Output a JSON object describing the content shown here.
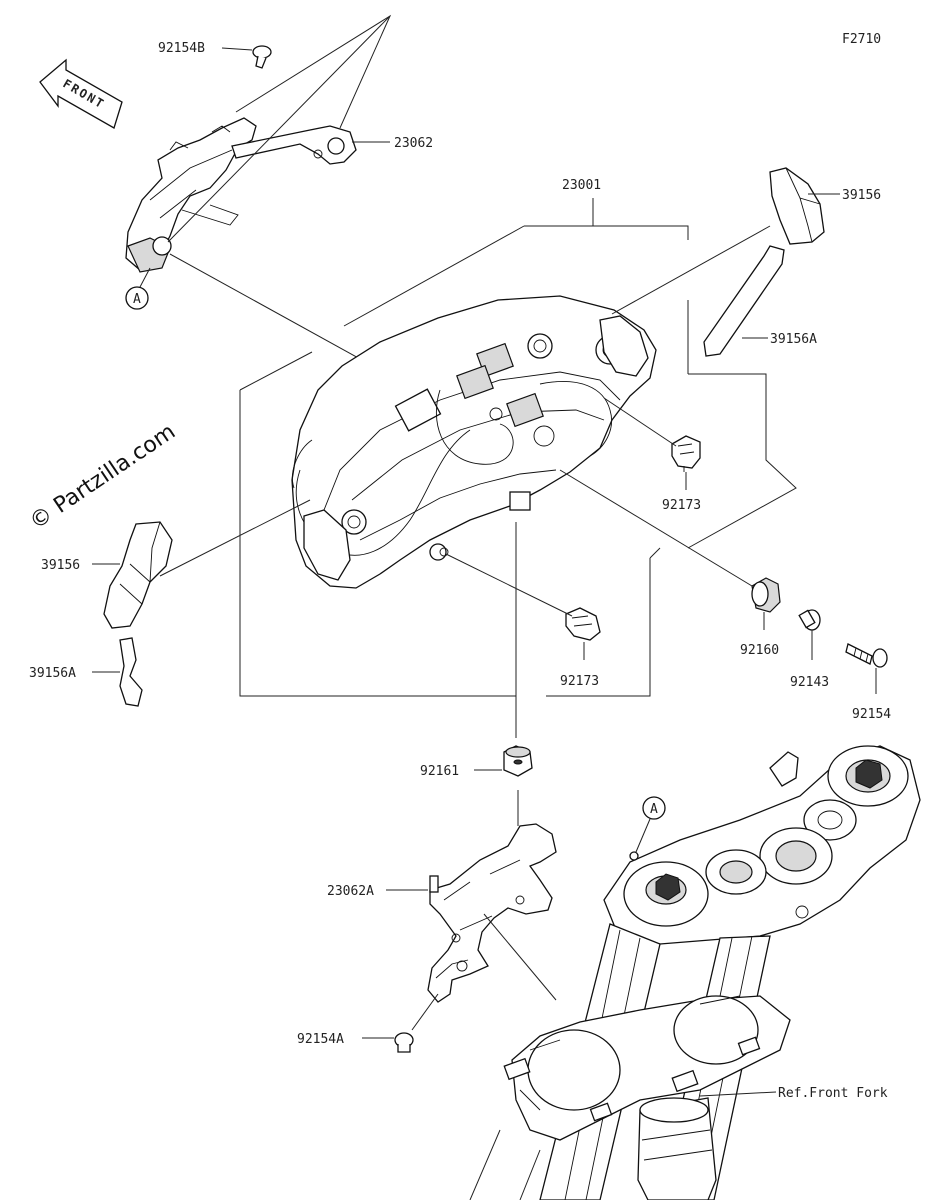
{
  "figure_code": "F2710",
  "watermark": "© Partzilla.com",
  "front_arrow": "FRONT",
  "ref_marker": "A",
  "parts": {
    "p92154B": "92154B",
    "p23062": "23062",
    "p23001": "23001",
    "p39156_right": "39156",
    "p39156A_right": "39156A",
    "p92173_upper": "92173",
    "p39156_left": "39156",
    "p39156A_left": "39156A",
    "p92173_lower": "92173",
    "p92160": "92160",
    "p92143": "92143",
    "p92154": "92154",
    "p92161": "92161",
    "p23062A": "23062A",
    "p92154A": "92154A",
    "ref_front_fork": "Ref.Front Fork"
  }
}
